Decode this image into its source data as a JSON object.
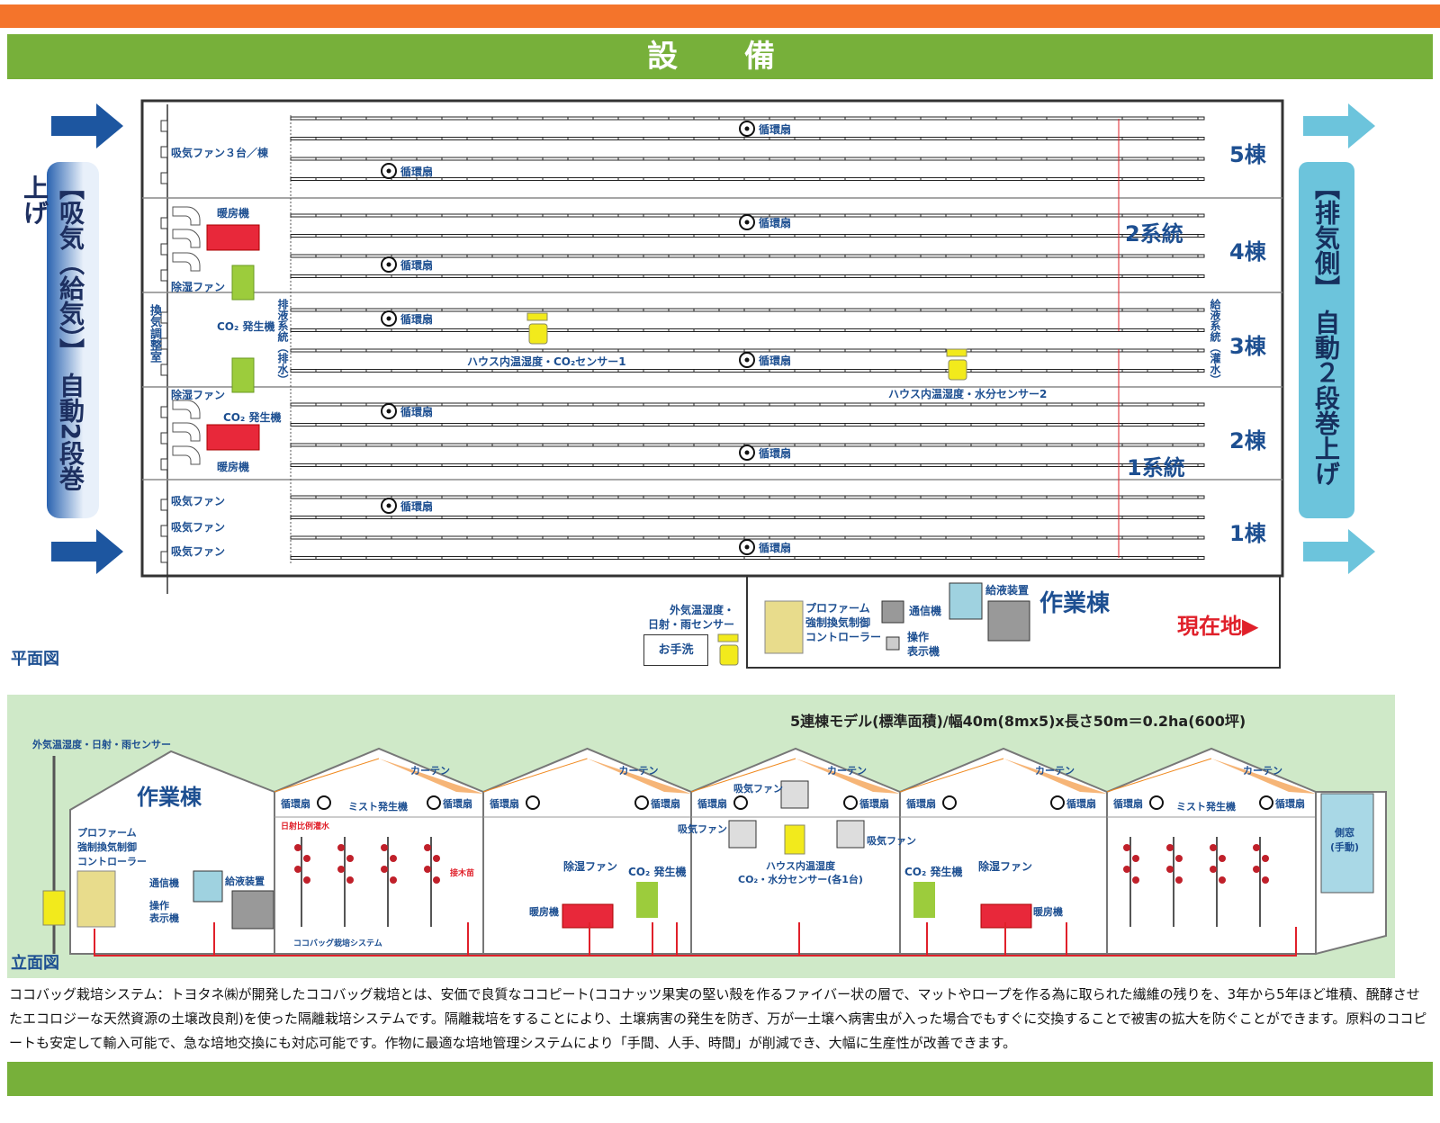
{
  "header": {
    "title": "設　備"
  },
  "plan": {
    "label": "平面図",
    "intake_label": "【吸気（給気）】 自動2段巻上げ",
    "exhaust_label": "【排気側】 自動２段巻上げ",
    "bays": [
      "5棟",
      "4棟",
      "3棟",
      "2棟",
      "1棟"
    ],
    "systems": [
      "2系統",
      "1系統"
    ],
    "intake_fan_note": "吸気ファン３台／棟",
    "intake_fan": "吸気ファン",
    "heater": "暖房機",
    "dehumid_fan": "除湿ファン",
    "co2_gen": "CO₂ 発生機",
    "vent_room": "換気調整室",
    "drain_system": "排液系統（排水）",
    "supply_system": "給液系統（灌水）",
    "circ_fan": "循環扇",
    "sensor1": "ハウス内温湿度・CO₂センサー1",
    "sensor2": "ハウス内温湿度・水分センサー2",
    "outdoor_sensor": "外気温湿度・\n日射・雨センサー",
    "washroom": "お手洗",
    "controller": "プロファーム\n強制換気制御\nコントローラー",
    "comm": "通信機",
    "operation": "操作\n表示機",
    "nutrient": "給液装置",
    "work_building": "作業棟",
    "current_location": "現在地▶"
  },
  "elevation": {
    "label": "立面図",
    "spec": "5連棟モデル(標準面積)/幅40m(8mx5)x長さ50m＝0.2ha(600坪)",
    "outdoor_sensor": "外気温湿度・日射・雨センサー",
    "work_building": "作業棟",
    "controller": "プロファーム\n強制換気制御\nコントローラー",
    "comm": "通信機",
    "operation": "操作\n表示機",
    "nutrient": "給液装置",
    "curtain": "カーテン",
    "circ_fan": "循環扇",
    "mist": "ミスト発生機",
    "solar_irrigation": "日射比例灌水",
    "grafted": "接木苗",
    "coco": "ココバッグ栽培システム",
    "dehumid_fan": "除湿ファン",
    "co2_gen": "CO₂ 発生機",
    "heater": "暖房機",
    "intake_fan": "吸気ファン",
    "sensor": "ハウス内温湿度\nCO₂・水分センサー(各1台)",
    "side_window": "側窓\n(手動)"
  },
  "caption": "ココバッグ栽培システム：トヨタネ㈱が開発したココバッグ栽培とは、安価で良質なココピート(ココナッツ果実の堅い殻を作るファイバー状の層で、マットやロープを作る為に取られた繊維の残りを、3年から5年ほど堆積、醗酵させたエコロジーな天然資源の土壌改良剤)を使った隔離栽培システムです。隔離栽培をすることにより、土壌病害の発生を防ぎ、万が一土壌へ病害虫が入った場合でもすぐに交換することで被害の拡大を防ぐことができます。原料のココピートも安定して輸入可能で、急な培地交換にも対応可能です。作物に最適な培地管理システムにより「手間、人手、時間」が削減でき、大幅に生産性が改善できます。",
  "colors": {
    "orange": "#f4742b",
    "green": "#77b03a",
    "blue": "#1d4f91",
    "lightblue": "#6cc4dc",
    "red": "#e0202a",
    "heater": "#e8283a",
    "co2": "#9ccc3c",
    "sensor": "#f2ea1c",
    "elev_bg": "#cfe9c8"
  }
}
